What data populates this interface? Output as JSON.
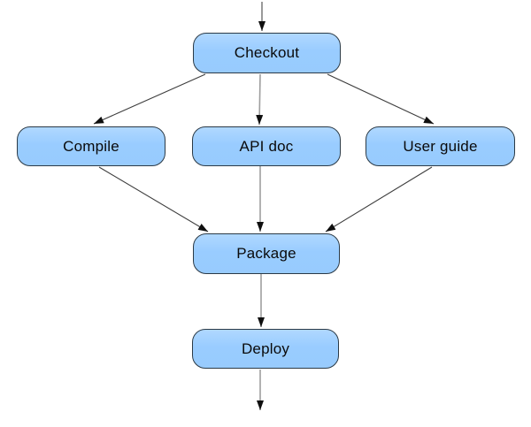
{
  "diagram": {
    "title": "build-pipeline-flowchart",
    "background_color": "#ffffff",
    "node_fill_color": "#99ccff",
    "node_border_color": "#2b3a46",
    "edge_color": "#3d3d3d",
    "arrowhead_color": "#0f0f0f",
    "nodes": [
      {
        "id": "checkout",
        "label": "Checkout"
      },
      {
        "id": "compile",
        "label": "Compile"
      },
      {
        "id": "apidoc",
        "label": "API doc"
      },
      {
        "id": "userguide",
        "label": "User guide"
      },
      {
        "id": "package",
        "label": "Package"
      },
      {
        "id": "deploy",
        "label": "Deploy"
      }
    ],
    "edges": [
      {
        "from": "start",
        "to": "checkout"
      },
      {
        "from": "checkout",
        "to": "compile"
      },
      {
        "from": "checkout",
        "to": "apidoc"
      },
      {
        "from": "checkout",
        "to": "userguide"
      },
      {
        "from": "compile",
        "to": "package"
      },
      {
        "from": "apidoc",
        "to": "package"
      },
      {
        "from": "userguide",
        "to": "package"
      },
      {
        "from": "package",
        "to": "deploy"
      },
      {
        "from": "deploy",
        "to": "end"
      }
    ]
  }
}
